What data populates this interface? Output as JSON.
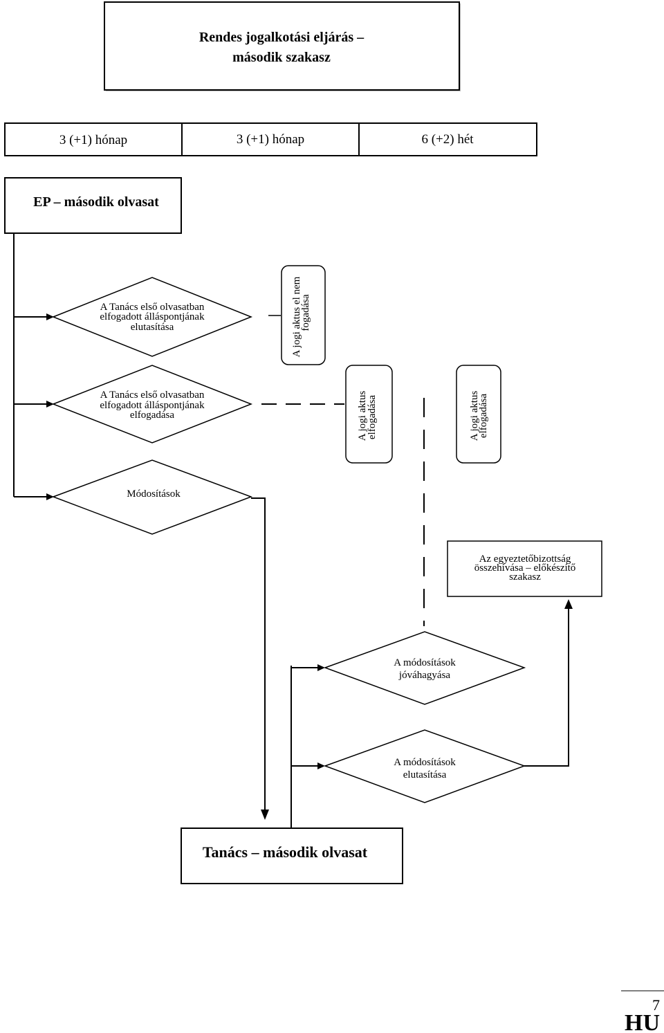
{
  "title": {
    "line1": "Rendes jogalkotási eljárás –",
    "line2": "második szakasz"
  },
  "timeline": [
    "3 (+1) hónap",
    "3 (+1) hónap",
    "6 (+2) hét"
  ],
  "ep_stage": {
    "label": "EP – második olvasat"
  },
  "nodes": {
    "reject_position": [
      "A Tanács első olvasatban",
      "elfogadott álláspontjának",
      "elutasítása"
    ],
    "approve_position": [
      "A Tanács első olvasatban",
      "elfogadott álláspontjának",
      "elfogadása"
    ],
    "amendments": [
      "Módosítások"
    ],
    "not_adopted": [
      "A jogi aktus el nem",
      "fogadása"
    ],
    "adopted_1": [
      "A jogi aktus",
      "elfogadása"
    ],
    "adopted_2": [
      "A jogi aktus",
      "elfogadása"
    ],
    "conciliation": [
      "Az egyeztetőbizottság",
      "összehívása – előkészítő",
      "szakasz"
    ],
    "approve_amendments": [
      "A módosítások",
      "jóváhagyása"
    ],
    "reject_amendments": [
      "A módosítások",
      "elutasítása"
    ]
  },
  "council_stage": {
    "label": "Tanács – második olvasat"
  },
  "footer": {
    "page_number": "7",
    "language_code": "HU"
  }
}
